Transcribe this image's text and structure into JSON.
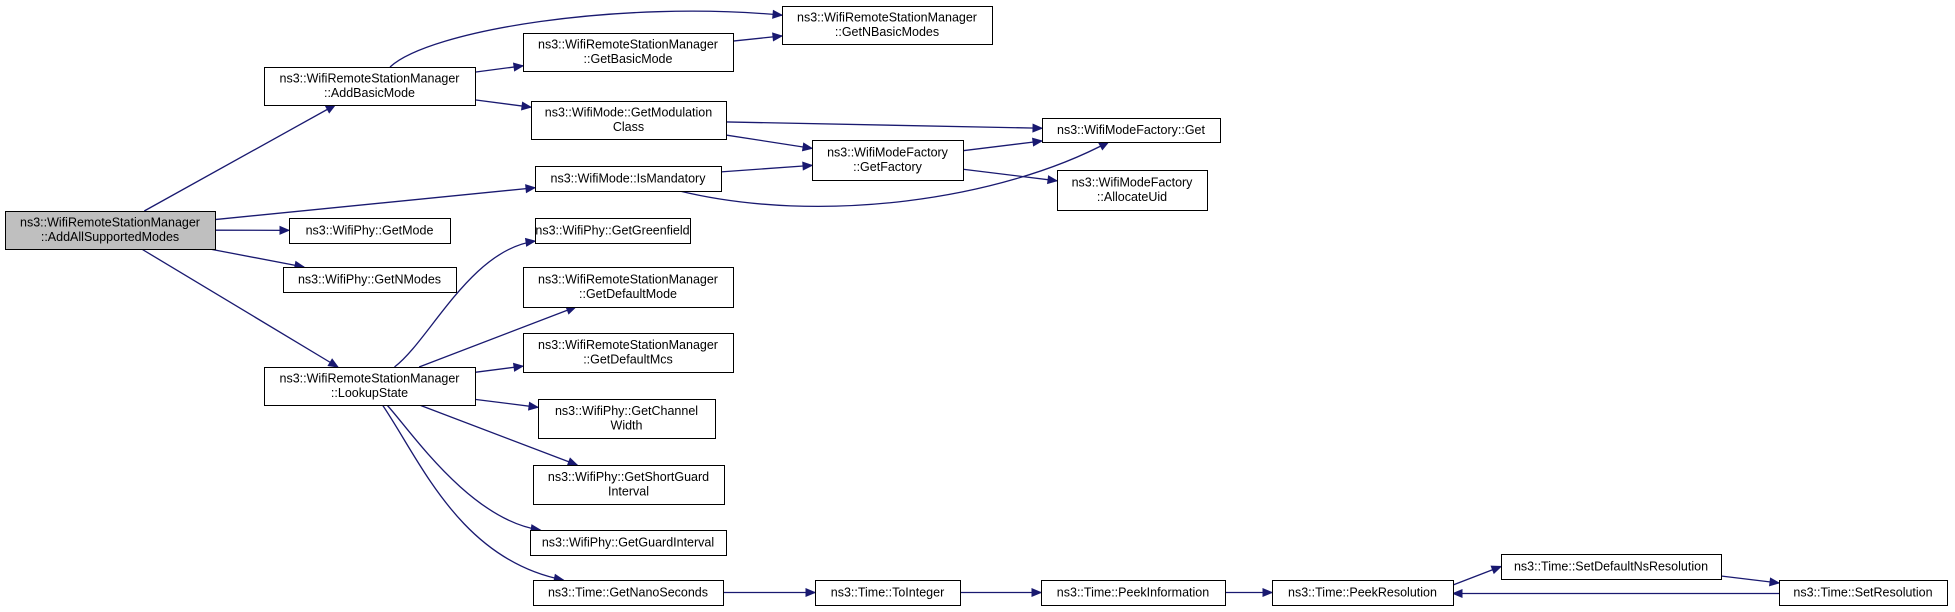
{
  "graph": {
    "colors": {
      "edge": "#191970",
      "root_fill": "#bfbfbf",
      "node_fill": "#ffffff",
      "border": "#000000"
    },
    "nodes": [
      {
        "id": "root",
        "lines": [
          "ns3::WifiRemoteStationManager",
          "::AddAllSupportedModes"
        ],
        "root": true
      },
      {
        "id": "addBasicMode",
        "lines": [
          "ns3::WifiRemoteStationManager",
          "::AddBasicMode"
        ]
      },
      {
        "id": "getBasicMode",
        "lines": [
          "ns3::WifiRemoteStationManager",
          "::GetBasicMode"
        ]
      },
      {
        "id": "getNBasicModes",
        "lines": [
          "ns3::WifiRemoteStationManager",
          "::GetNBasicModes"
        ]
      },
      {
        "id": "getModulationClass",
        "lines": [
          "ns3::WifiMode::GetModulation",
          "Class"
        ]
      },
      {
        "id": "modeFactoryGet",
        "lines": [
          "ns3::WifiModeFactory::Get"
        ]
      },
      {
        "id": "getFactory",
        "lines": [
          "ns3::WifiModeFactory",
          "::GetFactory"
        ]
      },
      {
        "id": "allocateUid",
        "lines": [
          "ns3::WifiModeFactory",
          "::AllocateUid"
        ]
      },
      {
        "id": "isMandatory",
        "lines": [
          "ns3::WifiMode::IsMandatory"
        ]
      },
      {
        "id": "getMode",
        "lines": [
          "ns3::WifiPhy::GetMode"
        ]
      },
      {
        "id": "getNModes",
        "lines": [
          "ns3::WifiPhy::GetNModes"
        ]
      },
      {
        "id": "lookupState",
        "lines": [
          "ns3::WifiRemoteStationManager",
          "::LookupState"
        ]
      },
      {
        "id": "getGreenfield",
        "lines": [
          "ns3::WifiPhy::GetGreenfield"
        ]
      },
      {
        "id": "getDefaultMode",
        "lines": [
          "ns3::WifiRemoteStationManager",
          "::GetDefaultMode"
        ]
      },
      {
        "id": "getDefaultMcs",
        "lines": [
          "ns3::WifiRemoteStationManager",
          "::GetDefaultMcs"
        ]
      },
      {
        "id": "getChannelWidth",
        "lines": [
          "ns3::WifiPhy::GetChannel",
          "Width"
        ]
      },
      {
        "id": "getShortGuardInterval",
        "lines": [
          "ns3::WifiPhy::GetShortGuard",
          "Interval"
        ]
      },
      {
        "id": "getGuardInterval",
        "lines": [
          "ns3::WifiPhy::GetGuardInterval"
        ]
      },
      {
        "id": "getNanoSeconds",
        "lines": [
          "ns3::Time::GetNanoSeconds"
        ]
      },
      {
        "id": "toInteger",
        "lines": [
          "ns3::Time::ToInteger"
        ]
      },
      {
        "id": "peekInformation",
        "lines": [
          "ns3::Time::PeekInformation"
        ]
      },
      {
        "id": "peekResolution",
        "lines": [
          "ns3::Time::PeekResolution"
        ]
      },
      {
        "id": "setDefaultNsResolution",
        "lines": [
          "ns3::Time::SetDefaultNsResolution"
        ]
      },
      {
        "id": "setResolution",
        "lines": [
          "ns3::Time::SetResolution"
        ]
      }
    ],
    "edges": [
      {
        "from": "root",
        "to": "addBasicMode"
      },
      {
        "from": "root",
        "to": "isMandatory"
      },
      {
        "from": "root",
        "to": "getMode"
      },
      {
        "from": "root",
        "to": "getNModes"
      },
      {
        "from": "root",
        "to": "lookupState"
      },
      {
        "from": "addBasicMode",
        "to": "getNBasicModes"
      },
      {
        "from": "addBasicMode",
        "to": "getBasicMode"
      },
      {
        "from": "addBasicMode",
        "to": "getModulationClass"
      },
      {
        "from": "getBasicMode",
        "to": "getNBasicModes"
      },
      {
        "from": "getModulationClass",
        "to": "modeFactoryGet"
      },
      {
        "from": "getModulationClass",
        "to": "getFactory"
      },
      {
        "from": "isMandatory",
        "to": "getFactory"
      },
      {
        "from": "isMandatory",
        "to": "modeFactoryGet"
      },
      {
        "from": "getFactory",
        "to": "modeFactoryGet"
      },
      {
        "from": "getFactory",
        "to": "allocateUid"
      },
      {
        "from": "lookupState",
        "to": "getGreenfield"
      },
      {
        "from": "lookupState",
        "to": "getDefaultMode"
      },
      {
        "from": "lookupState",
        "to": "getDefaultMcs"
      },
      {
        "from": "lookupState",
        "to": "getChannelWidth"
      },
      {
        "from": "lookupState",
        "to": "getShortGuardInterval"
      },
      {
        "from": "lookupState",
        "to": "getGuardInterval"
      },
      {
        "from": "lookupState",
        "to": "getNanoSeconds"
      },
      {
        "from": "getNanoSeconds",
        "to": "toInteger"
      },
      {
        "from": "toInteger",
        "to": "peekInformation"
      },
      {
        "from": "peekInformation",
        "to": "peekResolution"
      },
      {
        "from": "peekResolution",
        "to": "setDefaultNsResolution"
      },
      {
        "from": "setDefaultNsResolution",
        "to": "setResolution"
      },
      {
        "from": "setResolution",
        "to": "peekResolution"
      }
    ]
  }
}
